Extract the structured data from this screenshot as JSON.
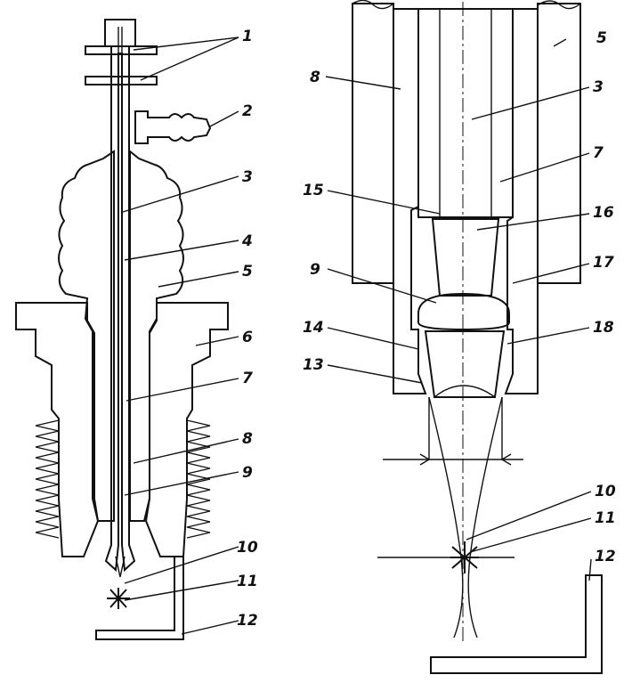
{
  "diagram": {
    "left_view_labels": [
      "1",
      "2",
      "3",
      "4",
      "5",
      "6",
      "7",
      "8",
      "9",
      "10",
      "11",
      "12"
    ],
    "right_view_labels": [
      "5",
      "8",
      "3",
      "7",
      "15",
      "16",
      "9",
      "17",
      "14",
      "18",
      "13",
      "10",
      "11",
      "12"
    ]
  }
}
